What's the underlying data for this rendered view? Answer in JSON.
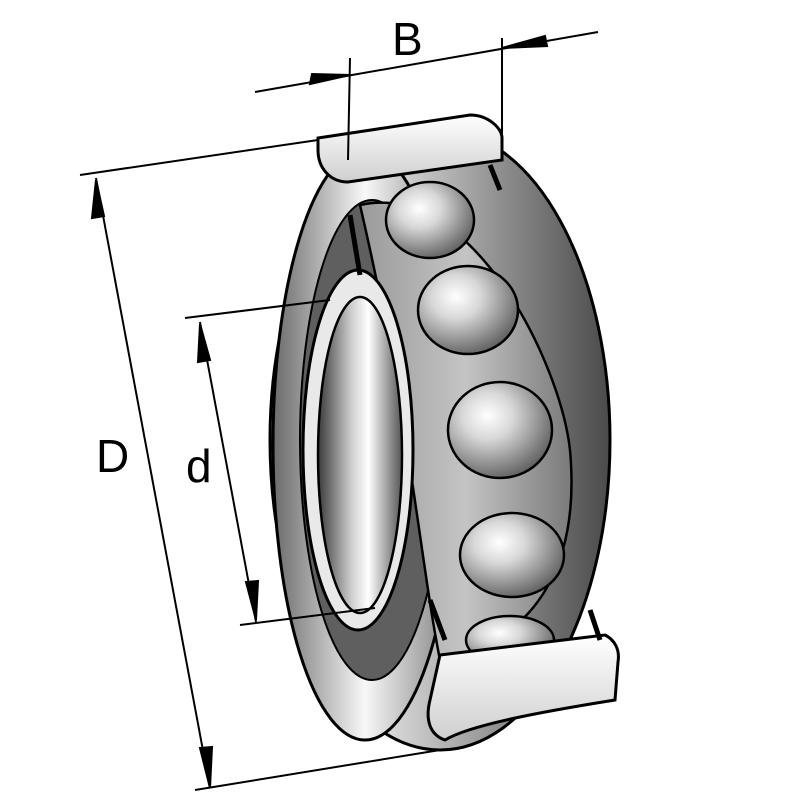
{
  "diagram": {
    "labels": {
      "width": "B",
      "outer_diameter": "D",
      "bore_diameter": "d"
    }
  },
  "colors": {
    "line": "#000000",
    "background": "#ffffff",
    "metal_light": "#f4f4f4",
    "metal_dark": "#5a5a5a",
    "cage": "#8c8c8c"
  }
}
